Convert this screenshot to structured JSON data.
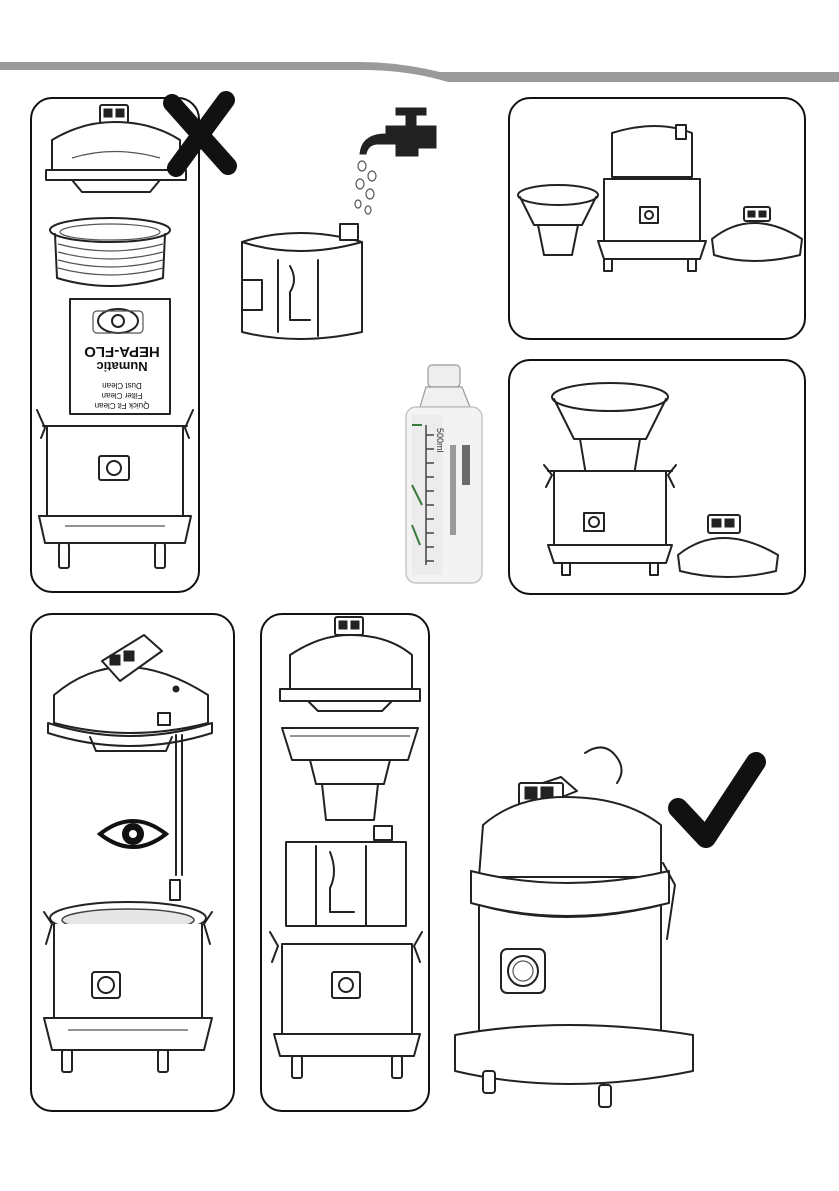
{
  "bag": {
    "brand_line1": "Numatic",
    "brand_line2": "HEPA-FLO",
    "line1": "Quick Fit Clean",
    "line2": "Filter Clean",
    "line3": "Dust Clean"
  },
  "bottle": {
    "capacity": "500ml"
  },
  "marks": {
    "cross": "✕",
    "check": "✔"
  },
  "icons": {
    "cross": "cross-mark-icon",
    "check": "check-mark-icon",
    "eye": "eye-icon",
    "tap": "tap-icon"
  }
}
